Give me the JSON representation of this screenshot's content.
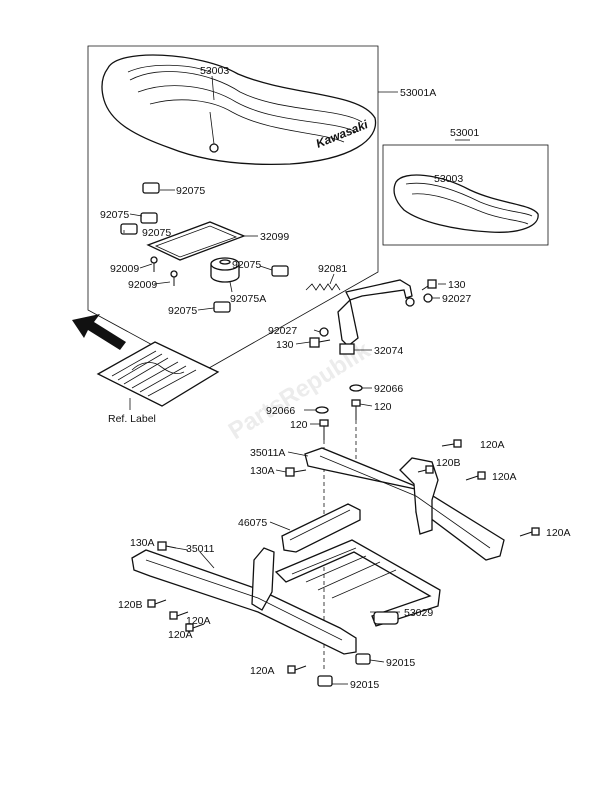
{
  "parts": {
    "p53003_main": "53003",
    "p53001A": "53001A",
    "p53001": "53001",
    "p53003_inset": "53003",
    "p92075_a": "92075",
    "p92075_b": "92075",
    "p92075_c": "92075",
    "p92075_d": "92075",
    "p92075_e": "92075",
    "p32099": "32099",
    "p92009_a": "92009",
    "p92009_b": "92009",
    "p92075A": "92075A",
    "p92081": "92081",
    "p130_a": "130",
    "p92027_a": "92027",
    "p92027_b": "92027",
    "p130_b": "130",
    "p32074": "32074",
    "p92066_a": "92066",
    "p92066_b": "92066",
    "p120_a": "120",
    "p120_b": "120",
    "p120B_a": "120B",
    "p35011A": "35011A",
    "p120A_a": "120A",
    "p130A_a": "130A",
    "p120A_b": "120A",
    "p46075": "46075",
    "p120A_c": "120A",
    "p130A_b": "130A",
    "p35011": "35011",
    "p120B_b": "120B",
    "p120A_d": "120A",
    "p120A_e": "120A",
    "p53029": "53029",
    "p92015_a": "92015",
    "p120A_f": "120A",
    "p92015_b": "92015"
  },
  "seat_brand": "Kawasaki",
  "ref_label": "Ref. Label",
  "watermark": "PartsRepublik"
}
